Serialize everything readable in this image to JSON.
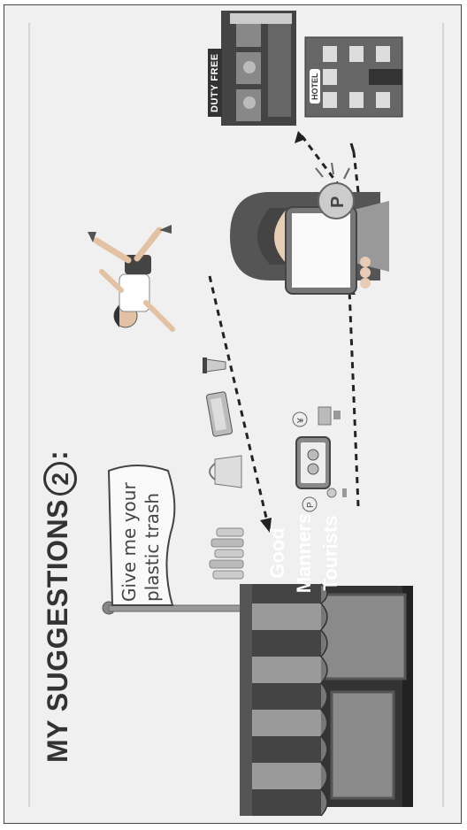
{
  "heading": {
    "title": "MY SUGGESTIONS",
    "number": "2",
    "colon": ":"
  },
  "flag": {
    "line1": "Give me your",
    "line2": "plastic trash"
  },
  "store": {
    "line1": "Good Manners",
    "line2": "Tourists"
  },
  "duty_free": "DUTY FREE",
  "hotel": "HOTEL",
  "icons": [
    "plastic-bottles-icon",
    "plastic-bag-icon",
    "food-container-icon",
    "cup-icon",
    "phone-points-icon",
    "coin-icon",
    "yen-icon",
    "tablet-icon",
    "point-badge-icon"
  ],
  "colors": {
    "background": "#f0f0f0",
    "ink": "#333333",
    "awning_dark": "#444444",
    "awning_light": "#9a9a9a"
  }
}
